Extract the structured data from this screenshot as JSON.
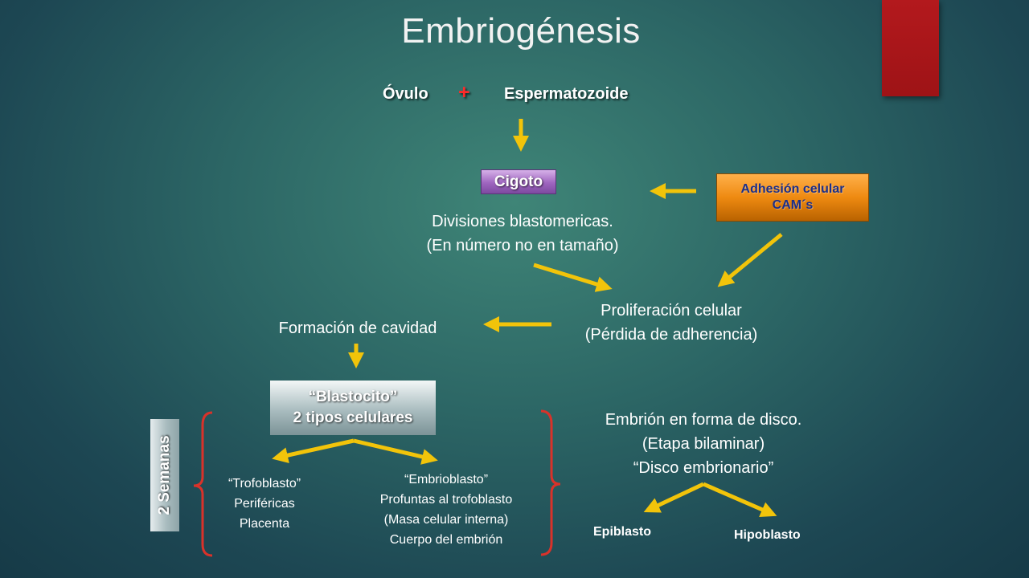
{
  "slide": {
    "title": "Embriogénesis",
    "ovulo": "Óvulo",
    "plus": "+",
    "espermatozoide": "Espermatozoide",
    "cigoto": "Cigoto",
    "adhesion": {
      "line1": "Adhesión celular",
      "line2": "CAM´s"
    },
    "divisiones": {
      "line1": "Divisiones blastomericas.",
      "line2": "(En número no en tamaño)"
    },
    "proliferacion": {
      "line1": "Proliferación celular",
      "line2": "(Pérdida de adherencia)"
    },
    "formacion": "Formación de cavidad",
    "blastocito": {
      "line1": "“Blastocito”",
      "line2": "2 tipos celulares"
    },
    "semanas": "2 Semanas",
    "trofoblasto": {
      "line1": "“Trofoblasto”",
      "line2": "Periféricas",
      "line3": "Placenta"
    },
    "embrioblasto": {
      "line1": "“Embrioblasto”",
      "line2": "Profuntas al trofoblasto",
      "line3": "(Masa celular interna)",
      "line4": "Cuerpo del embrión"
    },
    "embrion": {
      "line1": "Embrión en forma de disco.",
      "line2": "(Etapa bilaminar)",
      "line3": "“Disco embrionario”"
    },
    "epiblasto": "Epiblasto",
    "hipoblasto": "Hipoblasto"
  },
  "colors": {
    "arrow": "#f2c40a",
    "bracket": "#d9322a",
    "plus": "#ff2a2a"
  }
}
